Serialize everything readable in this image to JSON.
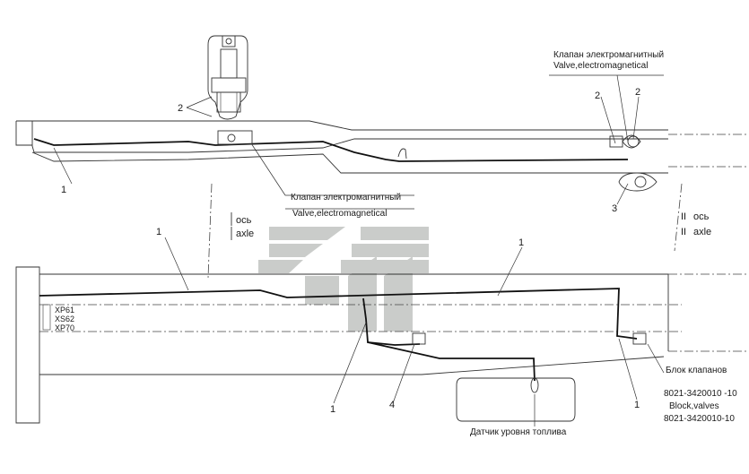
{
  "callouts": {
    "valve_top": {
      "ru": "Клапан электромагнитный",
      "en": "Valve,electromagnetical"
    },
    "valve_mid": {
      "ru": "Клапан электромагнитный",
      "en": "Valve,electromagnetical"
    },
    "block": {
      "ru": "Блок клапанов",
      "code1": "8021-3420010 -10",
      "en": "Block,valves",
      "code2": "8021-3420010-10"
    },
    "sensor": {
      "ru": "Датчик уровня топлива"
    }
  },
  "axes": {
    "axle_1": {
      "ru": "ось",
      "en": "axle",
      "mark": "I"
    },
    "axle_2": {
      "ru": "ось",
      "en": "axle",
      "mark": "II"
    }
  },
  "connectors": [
    "XP61",
    "XS62",
    "XP70"
  ],
  "numbers": {
    "n2_left": "2",
    "n1_upper": "1",
    "n2_valve_a": "2",
    "n2_valve_b": "2",
    "n3": "3",
    "n1_mid": "1",
    "n1_right_top": "1",
    "n1_bottom_left": "1",
    "n4": "4",
    "n1_bottom_right": "1"
  },
  "logo": {
    "name": "manufacturer-logo",
    "color": "#b9bcb9"
  }
}
